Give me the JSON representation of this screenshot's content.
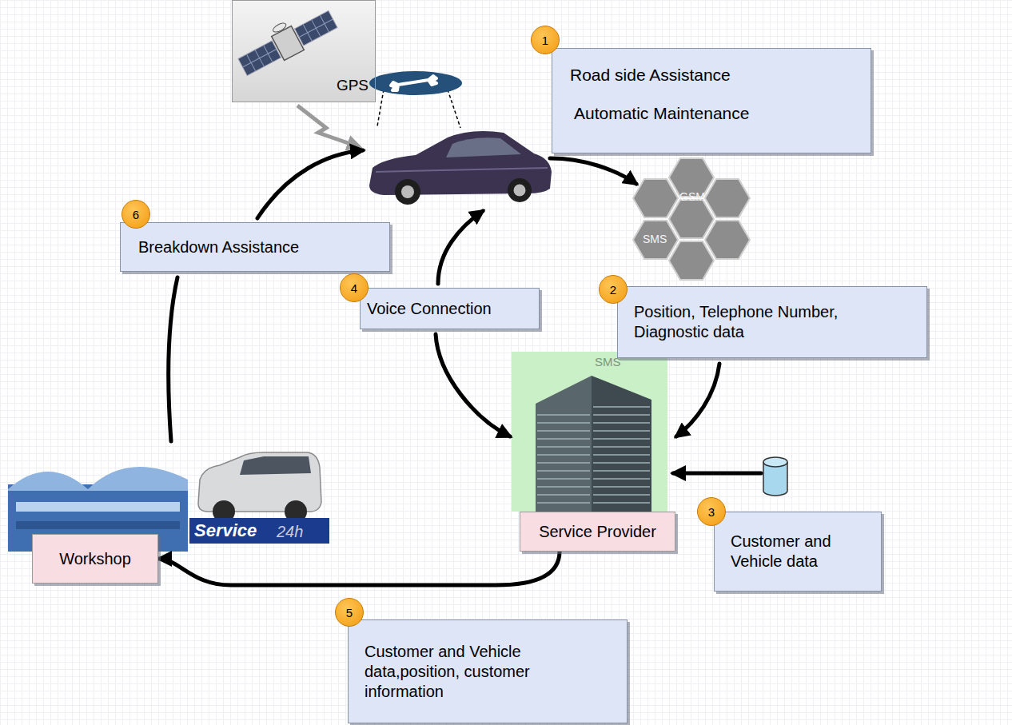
{
  "diagram": {
    "nodes": [
      {
        "text": [
          "GPS"
        ]
      },
      {
        "text": [
          "Road side Assistance",
          "Automatic Maintenance"
        ]
      },
      {
        "text": [
          "Breakdown Assistance"
        ]
      },
      {
        "text": [
          "Voice Connection"
        ]
      },
      {
        "text": [
          "Position, Telephone Number, Diagnostic data"
        ]
      },
      {
        "text": [
          "Service Provider"
        ]
      },
      {
        "text": [
          "Customer and Vehicle data"
        ]
      },
      {
        "text": [
          "Workshop"
        ]
      },
      {
        "text": [
          "Customer and Vehicle data,position, customer information"
        ]
      }
    ],
    "edges": [
      {
        "from": 5,
        "to": 7,
        "arrow": "to"
      }
    ],
    "labels": [
      "1",
      "GSM",
      "SMS",
      "6",
      "4",
      "2",
      "SMS",
      "Service",
      "24h",
      "3",
      "5"
    ]
  }
}
